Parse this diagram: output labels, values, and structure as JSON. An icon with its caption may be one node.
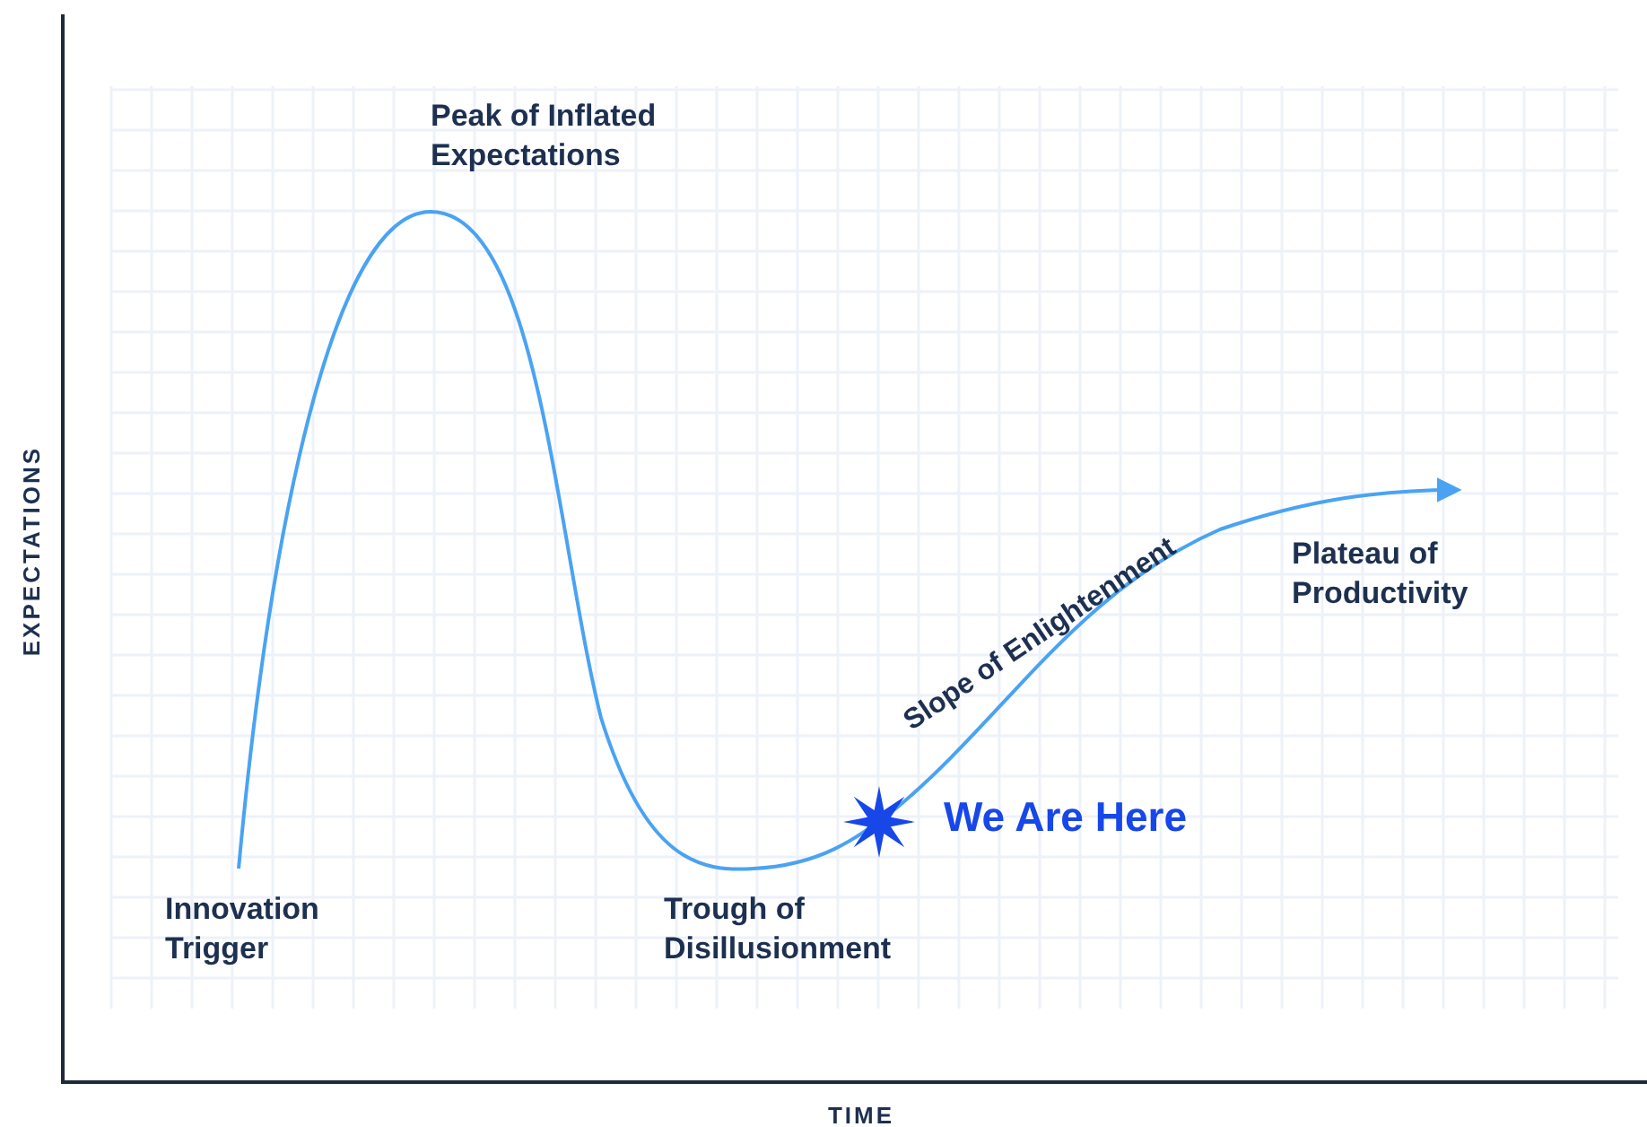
{
  "diagram": {
    "labels": [
      "Peak of Inflated Expectations",
      "EXPECTATIONS",
      "Slope of Enlightenment",
      "Plateau of Productivity",
      "We Are Here",
      "Innovation Trigger",
      "Trough of Disillusionment",
      "TIME"
    ]
  }
}
